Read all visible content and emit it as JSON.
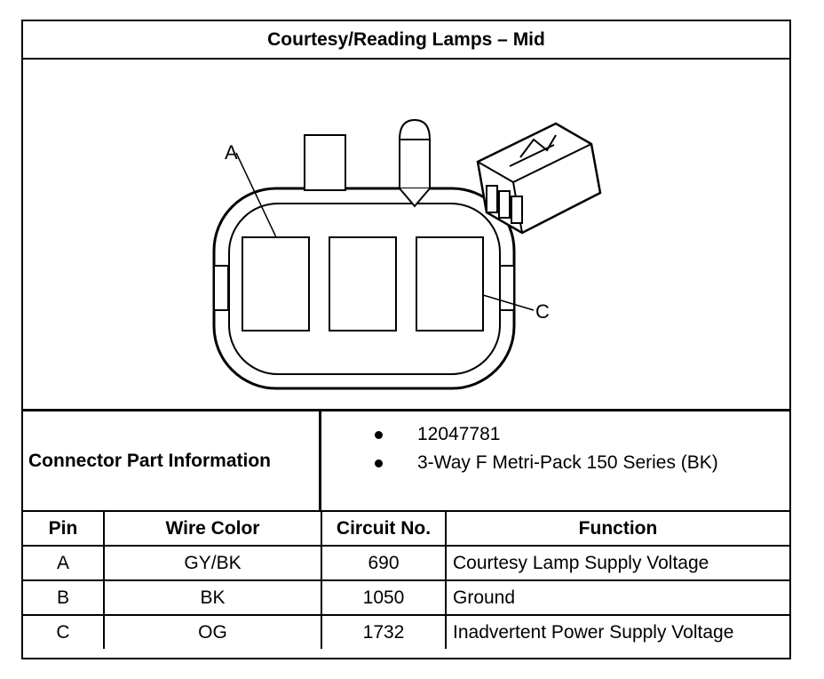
{
  "title": "Courtesy/Reading Lamps – Mid",
  "diagram": {
    "pin_labels": [
      "A",
      "C"
    ]
  },
  "connector_info": {
    "label": "Connector Part Information",
    "items": [
      "12047781",
      "3-Way F Metri-Pack 150 Series (BK)"
    ]
  },
  "pin_table": {
    "headers": [
      "Pin",
      "Wire Color",
      "Circuit No.",
      "Function"
    ],
    "rows": [
      [
        "A",
        "GY/BK",
        "690",
        "Courtesy Lamp Supply Voltage"
      ],
      [
        "B",
        "BK",
        "1050",
        "Ground"
      ],
      [
        "C",
        "OG",
        "1732",
        "Inadvertent Power Supply Voltage"
      ]
    ]
  }
}
